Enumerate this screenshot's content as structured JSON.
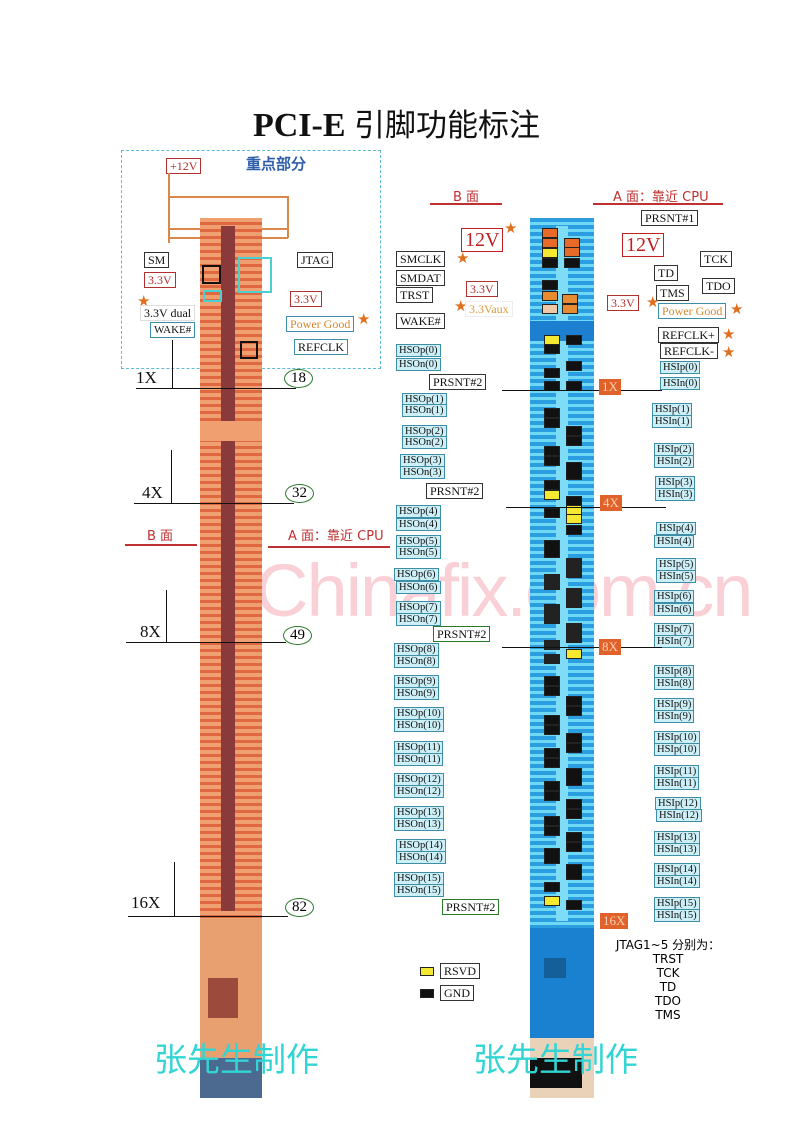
{
  "title": {
    "latin": "PCI-E",
    "cn": "引脚功能标注"
  },
  "key_section": {
    "title": "重点部分",
    "labels": {
      "p12v": "+12V",
      "sm": "SM",
      "jtag": "JTAG",
      "v33_left": "3.3V",
      "v33_right": "3.3V",
      "v33_dual": "3.3V dual",
      "wake": "WAKE#",
      "power_good": "Power Good",
      "refclk": "REFCLK"
    }
  },
  "left_connector": {
    "face_b": "B 面",
    "face_a": "A 面：靠近 CPU",
    "markers": [
      {
        "width": "1X",
        "pin": "18"
      },
      {
        "width": "4X",
        "pin": "32"
      },
      {
        "width": "8X",
        "pin": "49"
      },
      {
        "width": "16X",
        "pin": "82"
      }
    ]
  },
  "right_connector": {
    "face_b": "B 面",
    "face_a": "A 面：靠近 CPU",
    "top_left": [
      "12V",
      "SMCLK",
      "SMDAT",
      "3.3V",
      "TRST",
      "3.3Vaux",
      "WAKE#"
    ],
    "top_right": [
      "PRSNT#1",
      "12V",
      "TCK",
      "TD",
      "TDO",
      "TMS",
      "3.3V",
      "Power Good",
      "REFCLK+",
      "REFCLK-"
    ],
    "b_side_signals": [
      "HSOp(0)",
      "HSOn(0)",
      "PRSNT#2",
      "HSOp(1)",
      "HSOn(1)",
      "HSOp(2)",
      "HSOn(2)",
      "HSOp(3)",
      "HSOn(3)",
      "PRSNT#2",
      "HSOp(4)",
      "HSOn(4)",
      "HSOp(5)",
      "HSOn(5)",
      "HSOp(6)",
      "HSOn(6)",
      "HSOp(7)",
      "HSOn(7)",
      "PRSNT#2",
      "HSOp(8)",
      "HSOn(8)",
      "HSOp(9)",
      "HSOn(9)",
      "HSOp(10)",
      "HSOn(10)",
      "HSOp(11)",
      "HSOn(11)",
      "HSOp(12)",
      "HSOn(12)",
      "HSOp(13)",
      "HSOn(13)",
      "HSOp(14)",
      "HSOn(14)",
      "HSOp(15)",
      "HSOn(15)",
      "PRSNT#2"
    ],
    "a_side_signals": [
      "HSIp(0)",
      "HSIn(0)",
      "HSIp(1)",
      "HSIn(1)",
      "HSIp(2)",
      "HSIn(2)",
      "HSIp(3)",
      "HSIn(3)",
      "HSIp(4)",
      "HSIn(4)",
      "HSIp(5)",
      "HSIn(5)",
      "HSIp(6)",
      "HSIn(6)",
      "HSIp(7)",
      "HSIn(7)",
      "HSIp(8)",
      "HSIn(8)",
      "HSIp(9)",
      "HSIn(9)",
      "HSIp(10)",
      "HSIp(10)",
      "HSIp(11)",
      "HSIn(11)",
      "HSIp(12)",
      "HSIn(12)",
      "HSIp(13)",
      "HSIn(13)",
      "HSIp(14)",
      "HSIn(14)",
      "HSIp(15)",
      "HSIn(15)"
    ],
    "width_badges": [
      "1X",
      "4X",
      "8X",
      "16X"
    ]
  },
  "legend": {
    "items": [
      {
        "label": "RSVD",
        "color": "#f5e830"
      },
      {
        "label": "GND",
        "color": "#111111"
      }
    ]
  },
  "jtag_note": {
    "heading": "JTAG1~5 分别为：",
    "items": [
      "TRST",
      "TCK",
      "TD",
      "TDO",
      "TMS"
    ]
  },
  "watermark": "Chinafix.com.cn",
  "credits": {
    "left": "张先生制作",
    "right": "张先生制作"
  },
  "colors": {
    "orange_connector": "#f0a070",
    "blue_connector": "#2a9ee0",
    "label_fill": "#cdeff7",
    "badge": "#e0622a",
    "credit": "#33d4d4"
  }
}
